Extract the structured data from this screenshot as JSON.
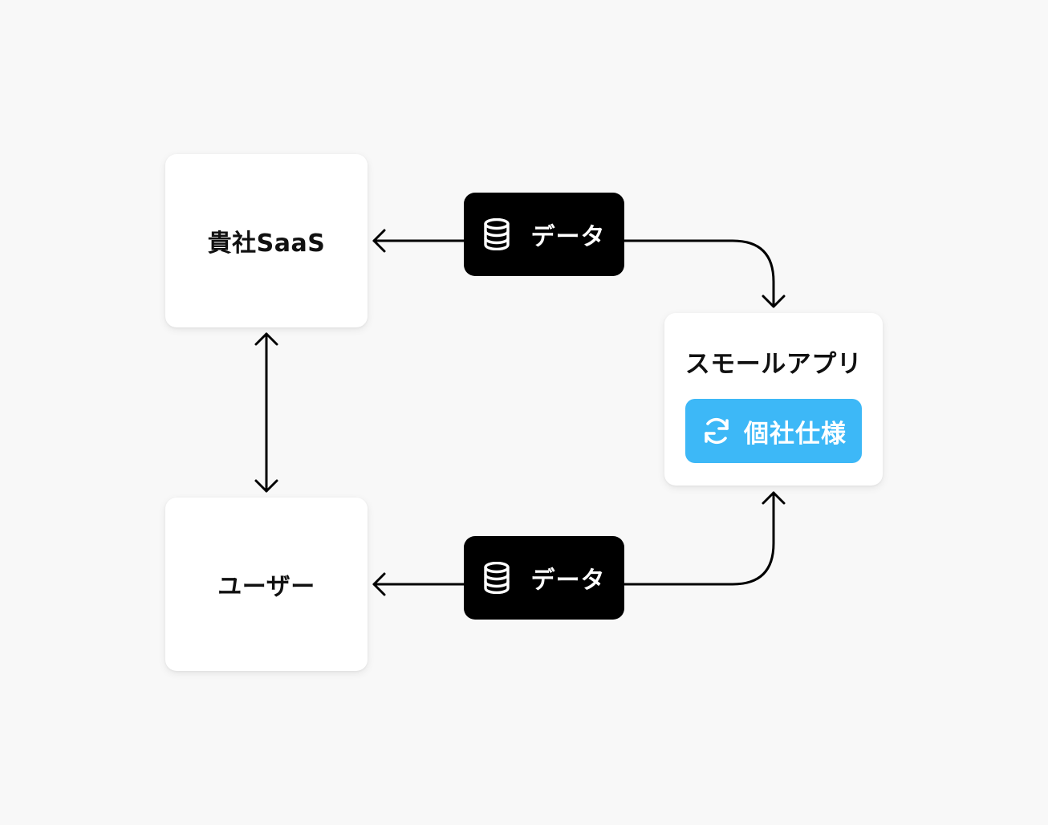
{
  "nodes": {
    "saas": {
      "label": "貴社SaaS"
    },
    "user": {
      "label": "ユーザー"
    },
    "app": {
      "label": "スモールアプリ",
      "badge": {
        "label": "個社仕様",
        "icon": "refresh-icon",
        "color": "#3db8f7"
      }
    }
  },
  "edges": {
    "top": {
      "label": "データ",
      "icon": "database-icon"
    },
    "bottom": {
      "label": "データ",
      "icon": "database-icon"
    }
  },
  "colors": {
    "background": "#f8f8f8",
    "card": "#ffffff",
    "pill": "#000000",
    "line": "#000000"
  }
}
